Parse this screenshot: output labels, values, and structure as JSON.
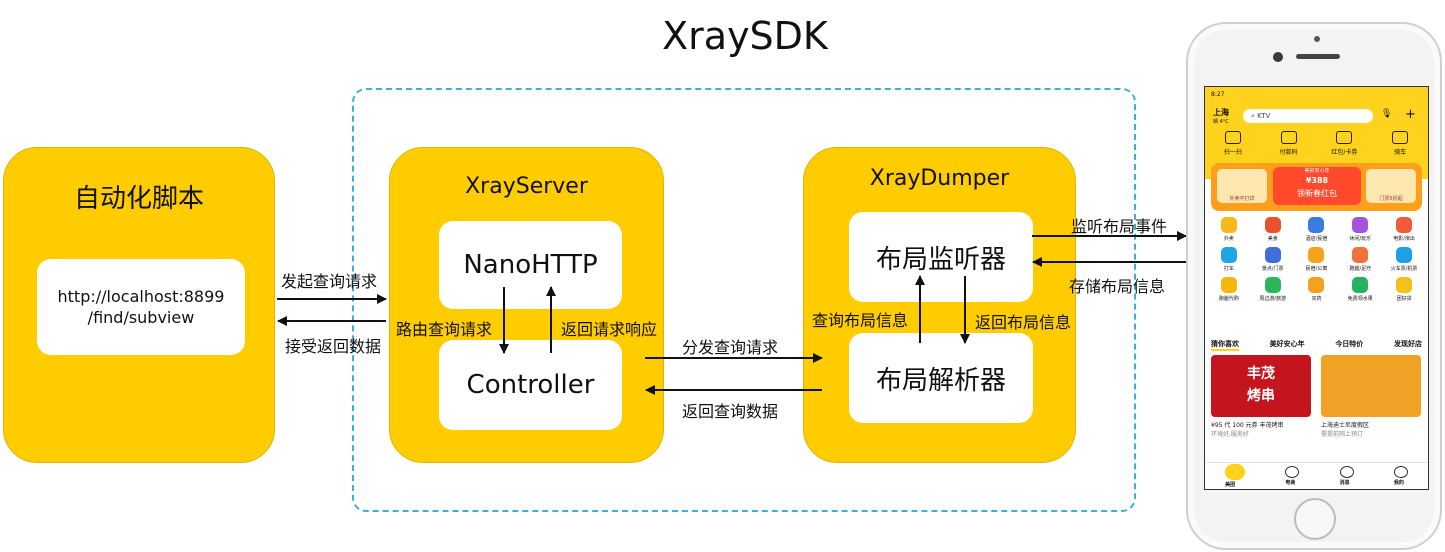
{
  "title": "XraySDK",
  "automation": {
    "title": "自动化脚本",
    "url_line1": "http://localhost:8899",
    "url_line2": "/find/subview"
  },
  "server": {
    "title": "XrayServer",
    "nano": "NanoHTTP",
    "controller": "Controller"
  },
  "dumper": {
    "title": "XrayDumper",
    "listener": "布局监听器",
    "parser": "布局解析器"
  },
  "labels": {
    "send_query": "发起查询请求",
    "route_query": "路由查询请求",
    "receive_data": "接受返回数据",
    "return_response": "返回请求响应",
    "dispatch_query": "分发查询请求",
    "return_query_data": "返回查询数据",
    "query_layout": "查询布局信息",
    "return_layout": "返回布局信息",
    "listen_events": "监听布局事件",
    "store_layout": "存储布局信息"
  },
  "phone": {
    "status_time": "8:27",
    "city": "上海",
    "weather": "晴 4°C",
    "search_text": "KTV",
    "tools": [
      "扫一扫",
      "付款码",
      "红包/卡券",
      "骑车"
    ],
    "banner_top": "美好安心年",
    "banner_amount": "¥388",
    "banner_text": "领新春红包",
    "banner_left": "外卖不打烊",
    "banner_right": "门票5折起",
    "categories": [
      "外卖",
      "美食",
      "酒店/民宿",
      "休闲/玩乐",
      "电影/演出",
      "打车",
      "景点/门票",
      "民宿/公寓",
      "跑腿/足疗",
      "火车票/机票",
      "跑腿代购",
      "周边游/旅游",
      "买药",
      "免费领水果",
      "团好货"
    ],
    "tabs": [
      "猜你喜欢",
      "美好安心年",
      "今日特价",
      "发现好店"
    ],
    "feed1_title_line1": "丰茂",
    "feed1_title_line2": "烤串",
    "feed1_desc": "¥95 代 100 元券 丰茂烤串",
    "feed1_sub": "环境好,服务好",
    "feed2_desc": "上海迪士尼度假区",
    "feed2_sub": "需提前网上预订",
    "nav": [
      "美团",
      "电商",
      "消息",
      "我的"
    ],
    "category_colors": [
      "#f6b81b",
      "#e8532b",
      "#3c7ce0",
      "#a552e0",
      "#f25a3a",
      "#21a4e2",
      "#3f6ed8",
      "#f2a51c",
      "#f0713a",
      "#1ea0e6",
      "#f5b70e",
      "#2cb55a",
      "#f4a21c",
      "#25b15d",
      "#f1c21a"
    ]
  }
}
